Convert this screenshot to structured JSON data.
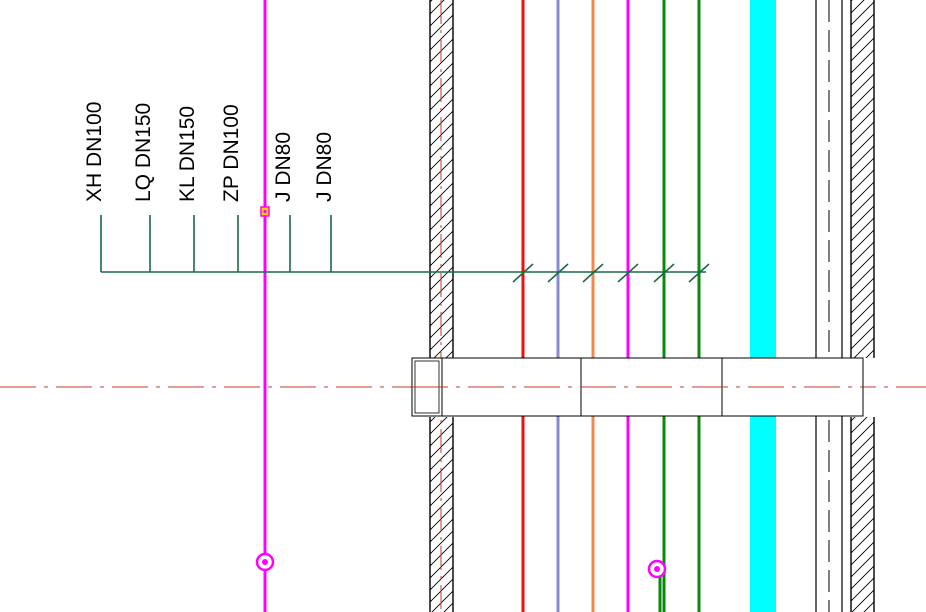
{
  "colors": {
    "background": "#ffffff",
    "leader": "#1a6b45",
    "centerline": "#c0392b",
    "wall": "#000000",
    "magenta": "#ff00ff",
    "red": "#ee1111",
    "purple": "#8a8ad0",
    "orange": "#f4884a",
    "green": "#0a8a0a",
    "cyan": "#00ffff"
  },
  "labels": [
    {
      "text": "XH DN100"
    },
    {
      "text": "LQ DN150"
    },
    {
      "text": "KL DN150"
    },
    {
      "text": "ZP DN100"
    },
    {
      "text": "J DN80"
    },
    {
      "text": "J DN80"
    }
  ],
  "pipes": [
    {
      "id": "pipe-magenta-left",
      "color": "magenta"
    },
    {
      "id": "pipe-red",
      "color": "red"
    },
    {
      "id": "pipe-purple",
      "color": "purple"
    },
    {
      "id": "pipe-orange",
      "color": "orange"
    },
    {
      "id": "pipe-magenta-right",
      "color": "magenta"
    },
    {
      "id": "pipe-green-1",
      "color": "green"
    },
    {
      "id": "pipe-green-2",
      "color": "green"
    },
    {
      "id": "pipe-cyan",
      "color": "cyan"
    }
  ]
}
